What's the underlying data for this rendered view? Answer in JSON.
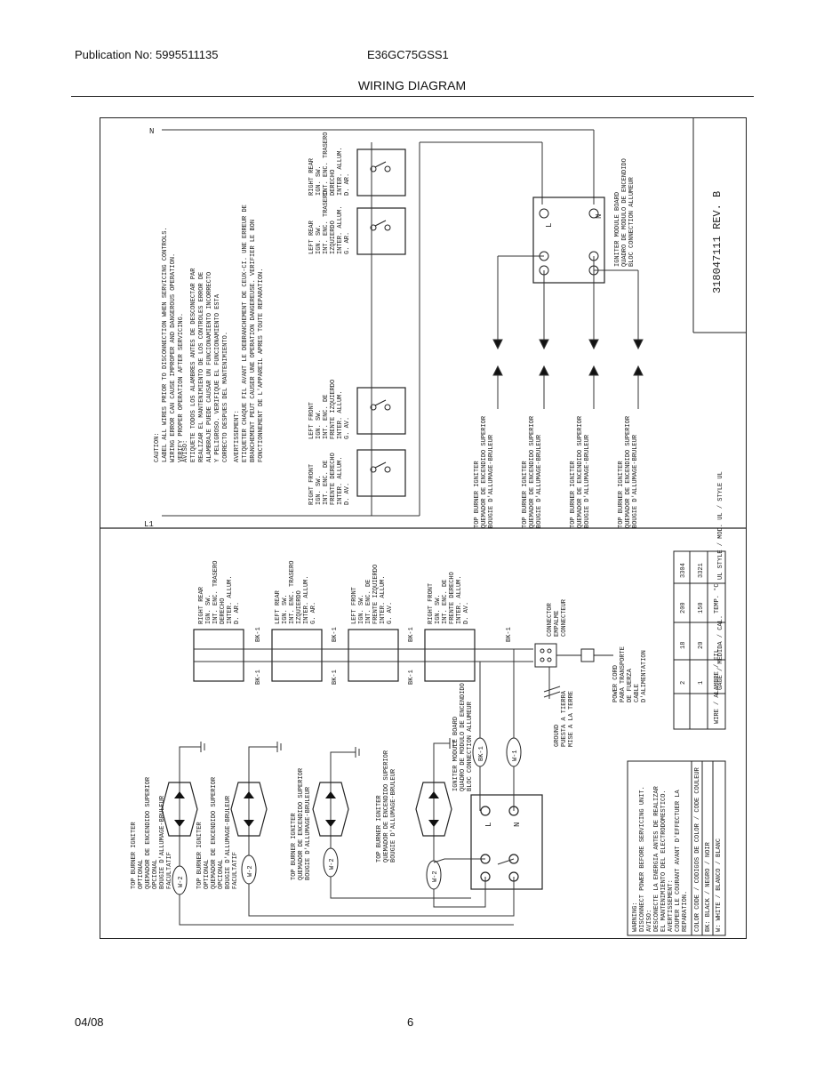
{
  "header": {
    "publication": "Publication No: 5995511135",
    "model": "E36GC75GSS1",
    "title": "WIRING DIAGRAM"
  },
  "footer": {
    "date": "04/08",
    "page": "6"
  },
  "diagram": {
    "part_number": "318047111 REV. B",
    "line_labels": {
      "neutral": "N",
      "line": "L1"
    },
    "caution": {
      "en": [
        "CAUTION:",
        "LABEL ALL WIRES PRIOR TO DISCONNECTION WHEN SERVICING CONTROLS.",
        "WIRING ERROR CAN CAUSE IMPROPER AND DANGEROUS OPERATION.",
        "VERIFY PROPER OPERATION AFTER SERVICING."
      ],
      "es": [
        "AVISO:",
        "ETIQUETE TODOS LOS ALAMBRES ANTES DE DESCONECTAR PAR",
        "REALIZAR EL MANTENIMIENTO DE LOS CONTROLES ERROR DE",
        "ALAMBRAJE PUEDE CAUSAR UN FUNCIONAMIENTO INCORRECTO",
        "Y PELIGROSO. VERIFIQUE EL FUNCIONAMIENTO ESTA",
        "CORRECTO DESPUES DEL MANTENIMIENTO."
      ],
      "fr": [
        "AVERTISSEMENT:",
        "ETIQUETER CHAQUE FIL AVANT LE DEBRANCHEMENT DE CEUX-CI. UNE ERREUR DE",
        "BRANCHEMENT PEUT CAUSER UNE OPERATION DANGEREUSE. VERIFIER LE BON",
        "FONCTIONNEMENT DE L'APPAREIL APRES TOUTE REPARATION."
      ]
    },
    "switches_schematic": [
      [
        "RIGHT REAR",
        "IGN. SW.",
        "INT. ENC. TRASERO",
        "DERECHO",
        "INTER. ALLUM.",
        "D. AR."
      ],
      [
        "LEFT REAR",
        "IGN. SW.",
        "INT. ENC. TRASERO",
        "IZQUIERDO",
        "INTER. ALLUM.",
        "G. AR."
      ],
      [
        "LEFT FRONT",
        "IGN. SW.",
        "INT. ENC. DE",
        "FRENTE IZQUIERDO",
        "INTER. ALLUM.",
        "G. AV."
      ],
      [
        "RIGHT FRONT",
        "IGN. SW.",
        "INT. ENC. DE",
        "FRENTE DERECHO",
        "INTER. ALLUM.",
        "D. AV."
      ]
    ],
    "igniter_module": [
      "IGNITER MODULE BOARD",
      "QUADRO DE MODULO DE ENCENDIDO",
      "BLOC CONNECTION ALLUMEUR"
    ],
    "module_terminals": {
      "line": "L",
      "neutral": "N"
    },
    "top_burner_igniter": [
      "TOP BURNER IGNITER",
      "QUEMADOR DE ENCENDIDO SUPERIOR",
      "BOUGIE D'ALLUMAGE-BRULEUR"
    ],
    "optional_igniter": [
      "TOP BURNER IGNITER",
      "OPTIONAL",
      "QUEMADOR DE ENCENDIDO SUPERIOR",
      "OPCIONAL",
      "BOUGIE D'ALLUMAGE-BRULEUR",
      "FACULTATIF"
    ],
    "wire_labels": {
      "black": "BK-1",
      "white": "W-1",
      "white2": "W-2"
    },
    "connector": [
      "CONNECTOR",
      "EMPALME",
      "CONNECTEUR"
    ],
    "power_cord": [
      "POWER CORD",
      "PARA TRANSPORTE",
      "DE FUERZA",
      "CABLE",
      "D'ALIMENTATION"
    ],
    "ground": [
      "GROUND",
      "PUESTA A TIERRA",
      "MISE A LA TERRE"
    ],
    "wire_table": {
      "headers": [
        "WIRE / ALAMBRE / FIL",
        "GAGE / MEDIDA / CAL.",
        "TEMP. °C",
        "UL STYLE / MOD. UL / STYLE UL"
      ],
      "rows": [
        [
          "1",
          "20",
          "150",
          "3321"
        ],
        [
          "2",
          "18",
          "200",
          "3304"
        ]
      ]
    },
    "warning": [
      "WARNING:",
      "DISCONNECT POWER BEFORE SERVICING UNIT.",
      "AVISO:",
      "DESCONECTE LA ENERGIA ANTES DE REALIZAR",
      "EL MANTENIMIENTO DEL ELECTRODOMESTICO.",
      "AVERTISSEMENT:",
      "COUPER LE COURANT AVANT D'EFFECTUER LA",
      "REPARATION."
    ],
    "color_code": [
      "COLOR CODE / CODIGOS DE COLOR / CODE COULEUR",
      "BK: BLACK / NEGRO / NOIR",
      "W: WHITE / BLANCO / BLANC"
    ]
  }
}
